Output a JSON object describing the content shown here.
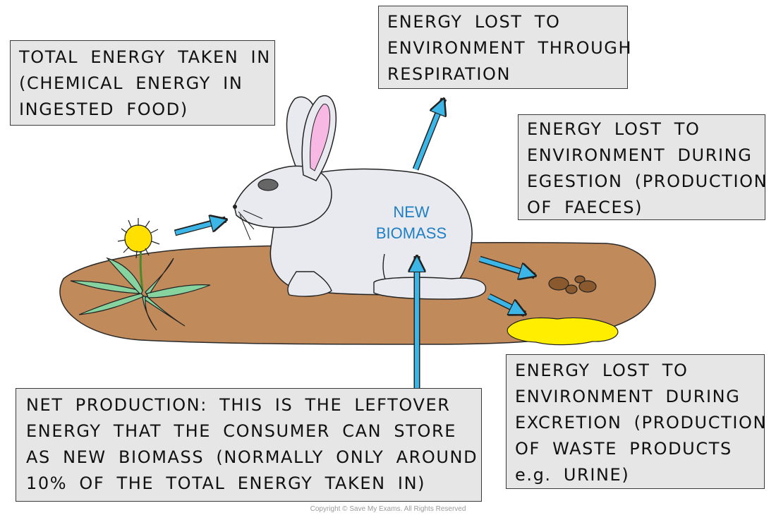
{
  "boxes": {
    "total_intake": {
      "lines": [
        "TOTAL ENERGY TAKEN IN",
        "(CHEMICAL ENERGY IN",
        "INGESTED FOOD)"
      ]
    },
    "respiration": {
      "lines": [
        "ENERGY LOST TO",
        "ENVIRONMENT THROUGH",
        "RESPIRATION"
      ]
    },
    "egestion": {
      "lines": [
        "ENERGY LOST TO",
        "ENVIRONMENT DURING",
        "EGESTION (PRODUCTION",
        "OF FAECES)"
      ]
    },
    "excretion": {
      "lines": [
        "ENERGY LOST TO",
        "ENVIRONMENT DURING",
        "EXCRETION (PRODUCTION",
        "OF WASTE PRODUCTS",
        "e.g. URINE)"
      ]
    },
    "net_production": {
      "lines": [
        "NET PRODUCTION: THIS IS THE LEFTOVER",
        "ENERGY THAT THE CONSUMER CAN STORE",
        "AS NEW BIOMASS (NORMALLY ONLY AROUND",
        "10% OF THE TOTAL ENERGY TAKEN IN)"
      ]
    }
  },
  "biomass_label": {
    "line1": "NEW",
    "line2": "BIOMASS"
  },
  "copyright": "Copyright © Save My Exams. All Rights Reserved",
  "colors": {
    "arrow": "#3bb6e6",
    "ground": "#c08a5a",
    "rabbit": "#e9eaf0",
    "ear_inner": "#f7b9e4",
    "leaf": "#86d3a0",
    "flower": "#ffe000",
    "faeces": "#8a5a2e",
    "urine": "#ffee00",
    "label_blue": "#1f7fc4"
  }
}
